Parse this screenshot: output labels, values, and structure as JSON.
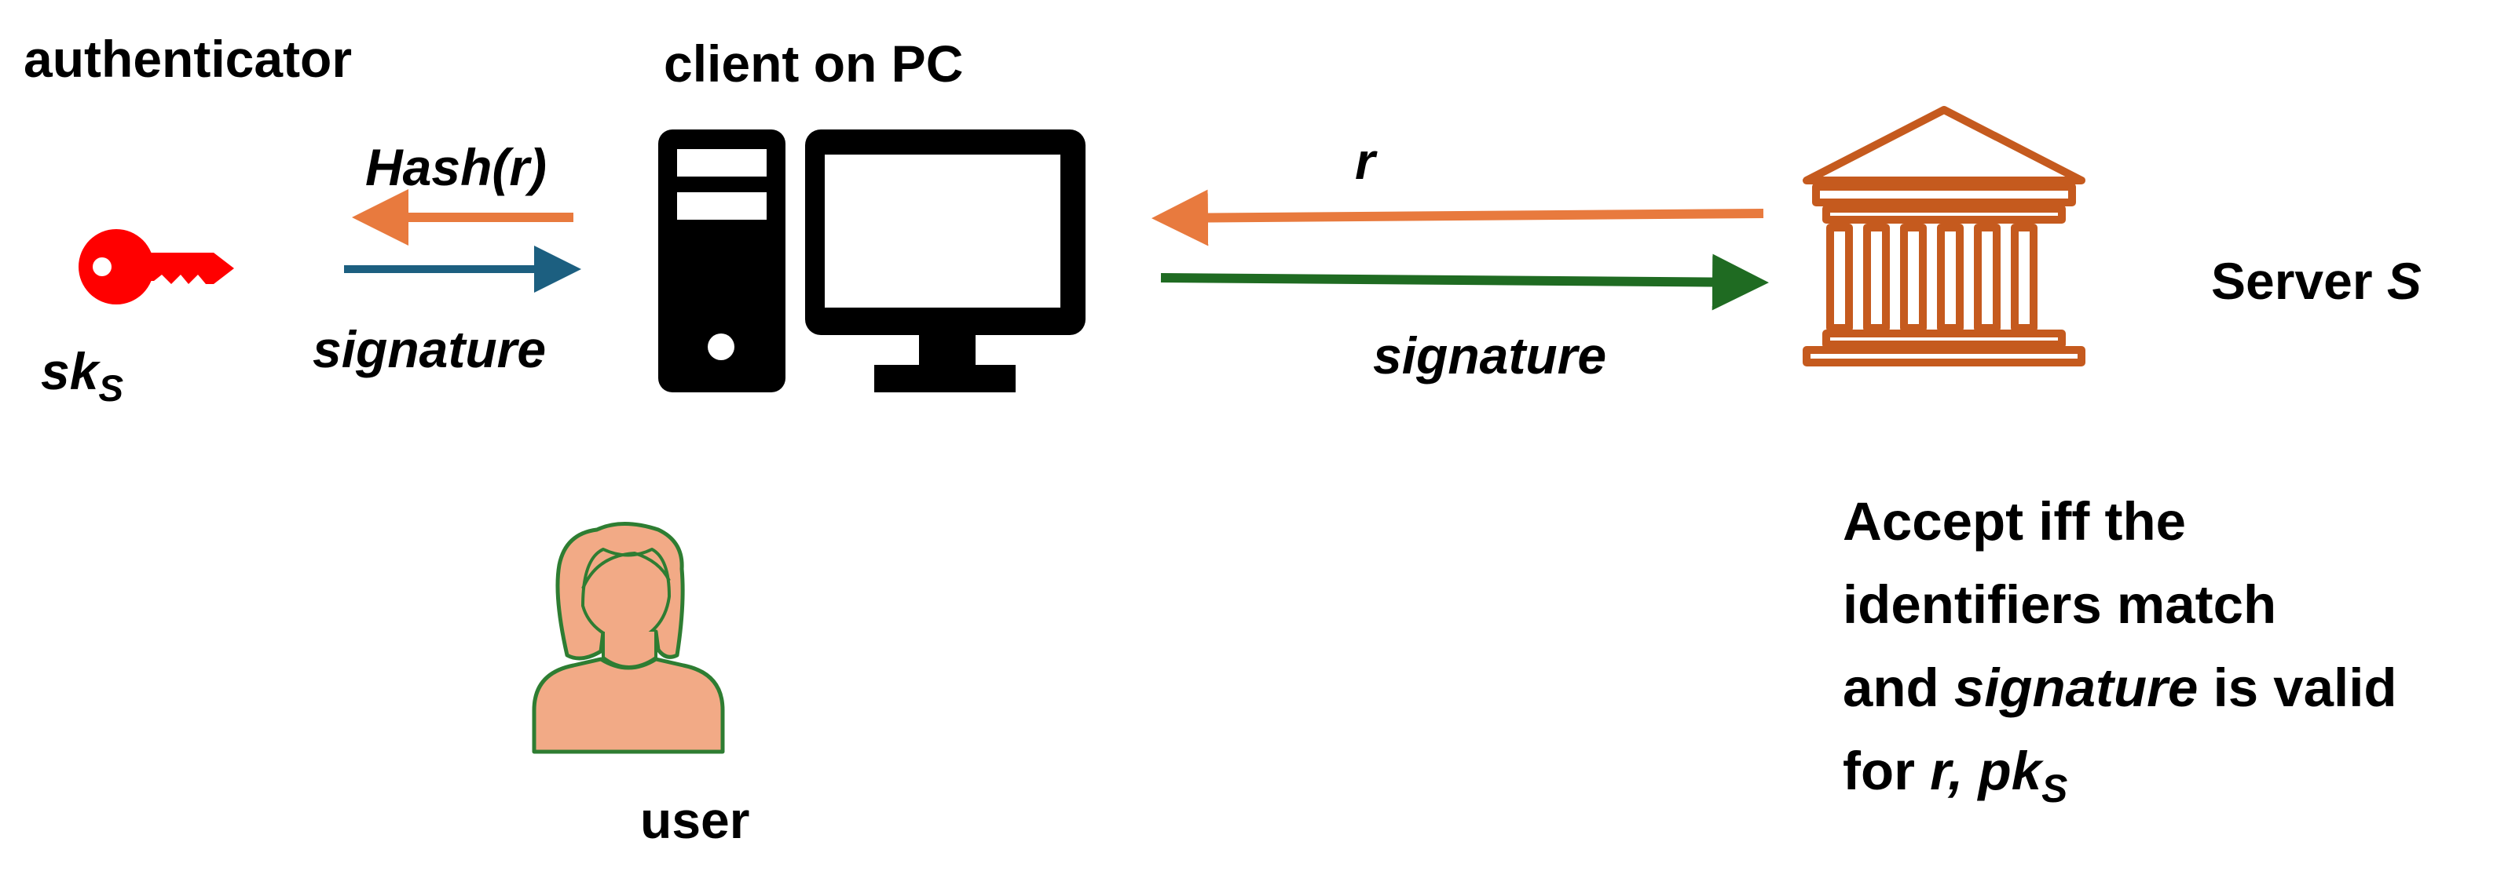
{
  "labels": {
    "authenticator": "authenticator",
    "client": "client  on PC",
    "hash": "Hash(r)",
    "sig_left": "signature",
    "sk": "sk",
    "sk_sub": "S",
    "r": "r",
    "sig_right": "signature",
    "server_prefix": "Server ",
    "server_var": "S",
    "user": "user"
  },
  "note": {
    "line1": "Accept iff the",
    "line2": "identifiers match",
    "line3_a": "and ",
    "line3_b": "signature",
    "line3_c": " is valid",
    "line4_a": "for ",
    "line4_b": "r, pk",
    "line4_sub": "S"
  },
  "icons": {
    "key": "key-icon",
    "computer": "computer-icon",
    "server": "bank-building-icon",
    "user": "user-icon"
  },
  "colors": {
    "key": "#ff0000",
    "orange_arrow": "#e87a3e",
    "blue_arrow": "#1c5f80",
    "green_arrow": "#1f6b22",
    "bank": "#c55a1e",
    "user_fill": "#f2aa86",
    "user_stroke": "#2e7d32",
    "computer": "#000000"
  }
}
